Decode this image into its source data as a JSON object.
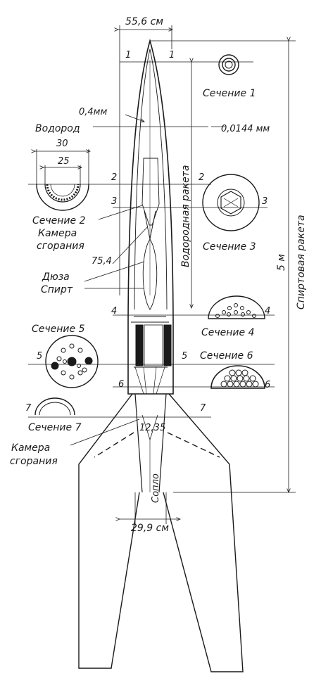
{
  "colors": {
    "ink": "#1a1a1a",
    "paper": "#ffffff"
  },
  "dimensions": {
    "top_width": "55,6 см",
    "skin_thickness": "0,4мм",
    "wall_thickness": "0,0144 мм",
    "section2_outer": "30",
    "section2_inner": "25",
    "throat": "75,4",
    "lower_throat": "12,35",
    "bottom_width": "29,9 см",
    "length": "5 м"
  },
  "labels": {
    "hydrogen": "Водород",
    "combustion_chamber_line1": "Камера",
    "combustion_chamber_line2": "сгорания",
    "nozzle_duza": "Дюза",
    "alcohol": "Спирт",
    "lower_chamber_line1": "Камера",
    "lower_chamber_line2": "сгорания",
    "nozzle_soplo": "Сопло",
    "hydrogen_rocket": "Водородная ракета",
    "alcohol_rocket": "Спиртовая ракета"
  },
  "sections": {
    "s1": "Сечение 1",
    "s2": "Сечение 2",
    "s3": "Сечение 3",
    "s4": "Сечение 4",
    "s5": "Сечение 5",
    "s6": "Сечение 6",
    "s7": "Сечение 7"
  },
  "cut_marks": {
    "c1": "1",
    "c2": "2",
    "c3": "3",
    "c4": "4",
    "c5": "5",
    "c6": "6",
    "c7": "7"
  }
}
